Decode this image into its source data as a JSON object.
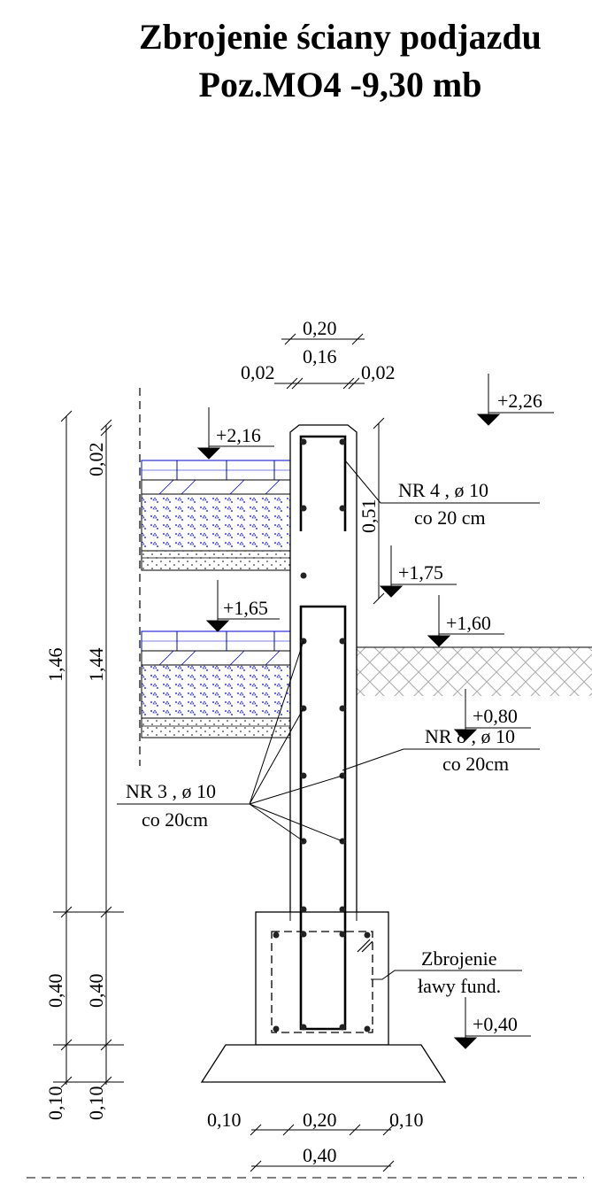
{
  "title": {
    "line1": "Zbrojenie ściany podjazdu",
    "line2": "Poz.MO4   -9,30 mb"
  },
  "dimensions": {
    "top_total": "0,20",
    "top_core": "0,16",
    "top_left_cover": "0,02",
    "top_right_cover": "0,02",
    "left_total_height": "1,46",
    "left_inner_height": "1,44",
    "left_top_cover": "0,02",
    "lap_length": "0,51",
    "footing_height_outer": "0,40",
    "footing_height_inner": "0,40",
    "base_height_outer": "0,10",
    "base_height_inner": "0,10",
    "bottom_left": "0,10",
    "bottom_mid": "0,20",
    "bottom_right": "0,10",
    "bottom_total": "0,40"
  },
  "levels": {
    "l226": "+2,26",
    "l216": "+2,16",
    "l175": "+1,75",
    "l165": "+1,65",
    "l160": "+1,60",
    "l080": "+0,80",
    "l040": "+0,40"
  },
  "annotations": {
    "nr4_line1": "NR 4 , ø 10",
    "nr4_line2": "co 20 cm",
    "nr8_line1": "NR 8 , ø 10",
    "nr8_line2": "co 20cm",
    "nr3_line1": "NR 3 , ø 10",
    "nr3_line2": "co 20cm",
    "footing_line1": "Zbrojenie",
    "footing_line2": "ławy fund."
  },
  "colors": {
    "line": "#000000",
    "brick": "#0000cc",
    "insulation_dots": "#0000cc",
    "hatch": "#aaaaaa"
  }
}
